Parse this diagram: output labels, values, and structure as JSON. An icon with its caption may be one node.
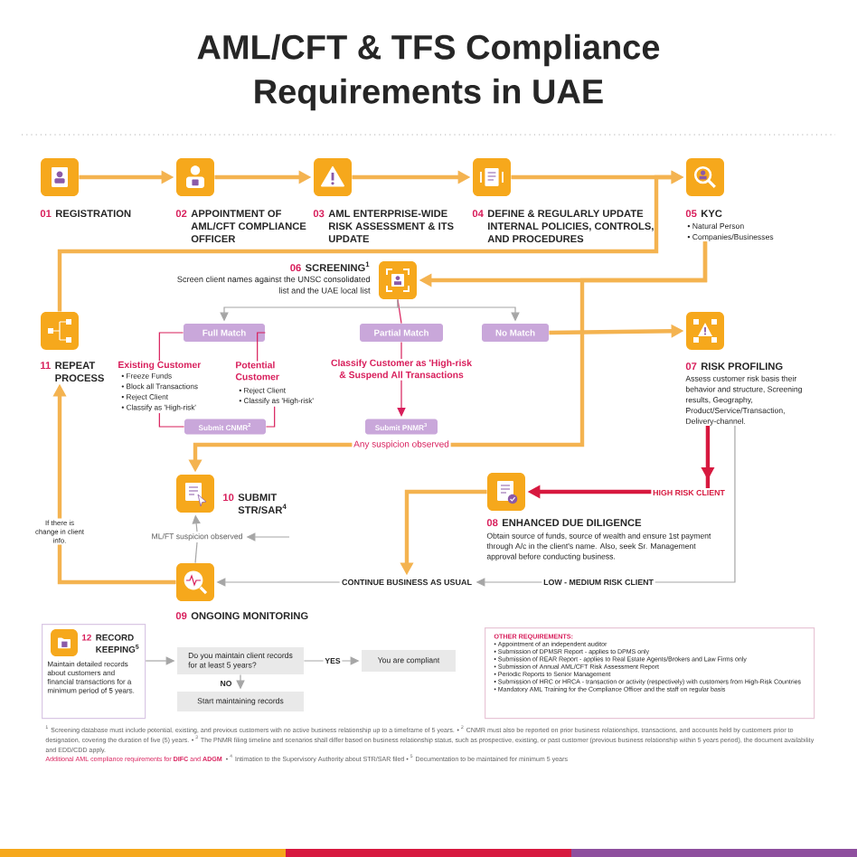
{
  "diagram": {
    "title": "AML/CFT & TFS Compliance Requirements in UAE",
    "nodes": [
      {
        "text": [
          "01",
          "REGISTRATION"
        ]
      },
      {
        "text": [
          "02",
          "APPOINTMENT OF AML/CFT COMPLIANCE OFFICER"
        ]
      },
      {
        "text": [
          "03",
          "AML ENTERPRISE-WIDE RISK ASSESSMENT & ITS UPDATE"
        ]
      },
      {
        "text": [
          "04",
          "DEFINE & REGULARLY UPDATE INTERNAL POLICIES, CONTROLS, AND PROCEDURES"
        ]
      },
      {
        "text": [
          "05",
          "KYC",
          "• Natural Person",
          "• Companies/Businesses"
        ]
      },
      {
        "text": [
          "06",
          "SCREENING$^{1}$",
          "Screen client names against the UNSC consolidated list and the UAE local list"
        ]
      },
      {
        "text": [
          "11",
          "REPEAT PROCESS"
        ]
      },
      {
        "text": [
          "Full Match"
        ]
      },
      {
        "text": [
          "Partial Match"
        ]
      },
      {
        "text": [
          "No Match"
        ]
      },
      {
        "text": [
          "07",
          "RISK PROFILING",
          "Assess customer risk basis their behavior and structure, Screening results, Geography, Product/Service/Transaction, Delivery-channel."
        ]
      },
      {
        "text": [
          "Existing Customer",
          "• Freeze Funds",
          "• Block all Transactions",
          "• Reject Client",
          "• Classify as 'High-risk'"
        ]
      },
      {
        "text": [
          "Potential Customer",
          "• Reject Client",
          "• Classify as 'High-risk'"
        ]
      },
      {
        "text": [
          "Classify Customer as 'High-risk & Suspend All Transactions"
        ]
      },
      {
        "text": [
          "Submit CNMR$^{2}$"
        ]
      },
      {
        "text": [
          "Submit PNMR$^{3}$"
        ]
      },
      {
        "text": [
          "10",
          "SUBMIT STR/SAR$^{4}$"
        ]
      },
      {
        "text": [
          "08",
          "ENHANCED DUE DILIGENCE",
          "Obtain source of funds, source of wealth and ensure 1st payment through A/c in the client's name. Also, seek Sr. Management approval before conducting business."
        ]
      },
      {
        "text": [
          "ML/FT suspicion observed"
        ]
      },
      {
        "text": [
          "CONTINUE BUSINESS AS USUAL"
        ]
      },
      {
        "text": [
          "09",
          "ONGOING MONITORING"
        ]
      },
      {
        "text": [
          "12",
          "RECORD KEEPING$^{5}$",
          "Maintain detailed records about customers and financial transactions for a minimum period of 5 years."
        ]
      },
      {
        "text": [
          "Do you maintain client records for at least 5 years?"
        ]
      },
      {
        "text": [
          "You are compliant"
        ]
      },
      {
        "text": [
          "Start maintaining records"
        ]
      },
      {
        "text": [
          "OTHER REQUIREMENTS:",
          "• Appointment of an independent auditor",
          "• Submission of DPMSR Report - applies to DPMS only",
          "• Submission of REAR Report - applies to Real Estate Agents/Brokers and Law Firms only",
          "• Submission of Annual AML/CFT Risk Assessment Report",
          "• Periodic Reports to Senior Management",
          "• Submission of HRC or HRCA - transaction or activity (respectively) with customers from High-Risk Countries",
          "• Mandatory AML Training for the Compliance Officer and the staff on regular basis"
        ]
      }
    ],
    "edges": [
      {
        "from": 0,
        "to": 1,
        "arrow": "to",
        "style": "thick"
      },
      {
        "from": 1,
        "to": 2,
        "arrow": "to",
        "style": "thick"
      },
      {
        "from": 2,
        "to": 3,
        "arrow": "to",
        "style": "thick"
      },
      {
        "from": 3,
        "to": 4,
        "arrow": "to",
        "style": "thick"
      },
      {
        "from": 6,
        "to": 4,
        "arrow": "to",
        "style": "thick"
      },
      {
        "from": 4,
        "to": 5,
        "arrow": "to",
        "style": "thick"
      },
      {
        "from": 4,
        "to": 16,
        "arrow": "to",
        "label": "Any suspicion observed",
        "style": "thick"
      },
      {
        "from": 5,
        "to": 7,
        "arrow": "to",
        "color": "#a6a6a6"
      },
      {
        "from": 5,
        "to": 8,
        "arrow": "none",
        "color": "#d81e5b"
      },
      {
        "from": 5,
        "to": 9,
        "arrow": "to",
        "color": "#a6a6a6"
      },
      {
        "from": 9,
        "to": 10,
        "arrow": "to",
        "style": "thick"
      },
      {
        "from": 7,
        "to": 11,
        "arrow": "none",
        "color": "#d81e5b"
      },
      {
        "from": 7,
        "to": 12,
        "arrow": "none",
        "color": "#d81e5b"
      },
      {
        "from": 11,
        "to": 14,
        "arrow": "none",
        "color": "#d81e5b"
      },
      {
        "from": 12,
        "to": 14,
        "arrow": "none",
        "color": "#d81e5b"
      },
      {
        "from": 8,
        "to": 13,
        "arrow": "none",
        "color": "#d81e5b"
      },
      {
        "from": 13,
        "to": 15,
        "arrow": "to",
        "color": "#d81e5b"
      },
      {
        "from": 10,
        "to": 17,
        "arrow": "to",
        "label": "HIGH RISK CLIENT",
        "color": "#d7193f",
        "style": "thick"
      },
      {
        "from": 10,
        "to": 19,
        "arrow": "to",
        "label": "LOW - MEDIUM RISK CLIENT",
        "color": "#a6a6a6"
      },
      {
        "from": 17,
        "to": 19,
        "arrow": "to",
        "style": "thick"
      },
      {
        "from": 19,
        "to": 20,
        "arrow": "to",
        "color": "#a6a6a6"
      },
      {
        "from": 20,
        "to": 18,
        "arrow": "none",
        "color": "#a6a6a6"
      },
      {
        "from": 18,
        "to": 16,
        "arrow": "to",
        "color": "#a6a6a6"
      },
      {
        "from": null,
        "to": 18,
        "arrow": "to",
        "color": "#a6a6a6"
      },
      {
        "from": 20,
        "to": 6,
        "arrow": "to",
        "label": "If there is change in client info.",
        "style": "thick"
      },
      {
        "from": 21,
        "to": 22,
        "arrow": "to",
        "color": "#a6a6a6"
      },
      {
        "from": 22,
        "to": 23,
        "arrow": "to",
        "label": "YES",
        "color": "#a6a6a6"
      },
      {
        "from": 22,
        "to": 24,
        "arrow": "to",
        "label": "NO",
        "color": "#a6a6a6"
      }
    ],
    "labels": [
      "$^{1}$ Screening database must include potential, existing, and previous customers with no active business relationship up to a timeframe of 5 years. • $^{2}$ CNMR must also be reported on prior business relationships, transactions, and accounts held by customers prior to designation, covering the duration of five (5) years. • $^{3}$ The PNMR filing timeline and scenarios shall differ based on business relationship status, such as prospective, existing, or past customer (previous business relationship within 5 years period), the document availability and EDD/CDD apply.",
      "Additional AML compliance requirements for **DIFC** and **ADGM**",
      "• $^{4}$ Intimation to the Supervisory Authority about STR/SAR filed • $^{5}$ Documentation to be maintained for minimum 5 years"
    ]
  }
}
